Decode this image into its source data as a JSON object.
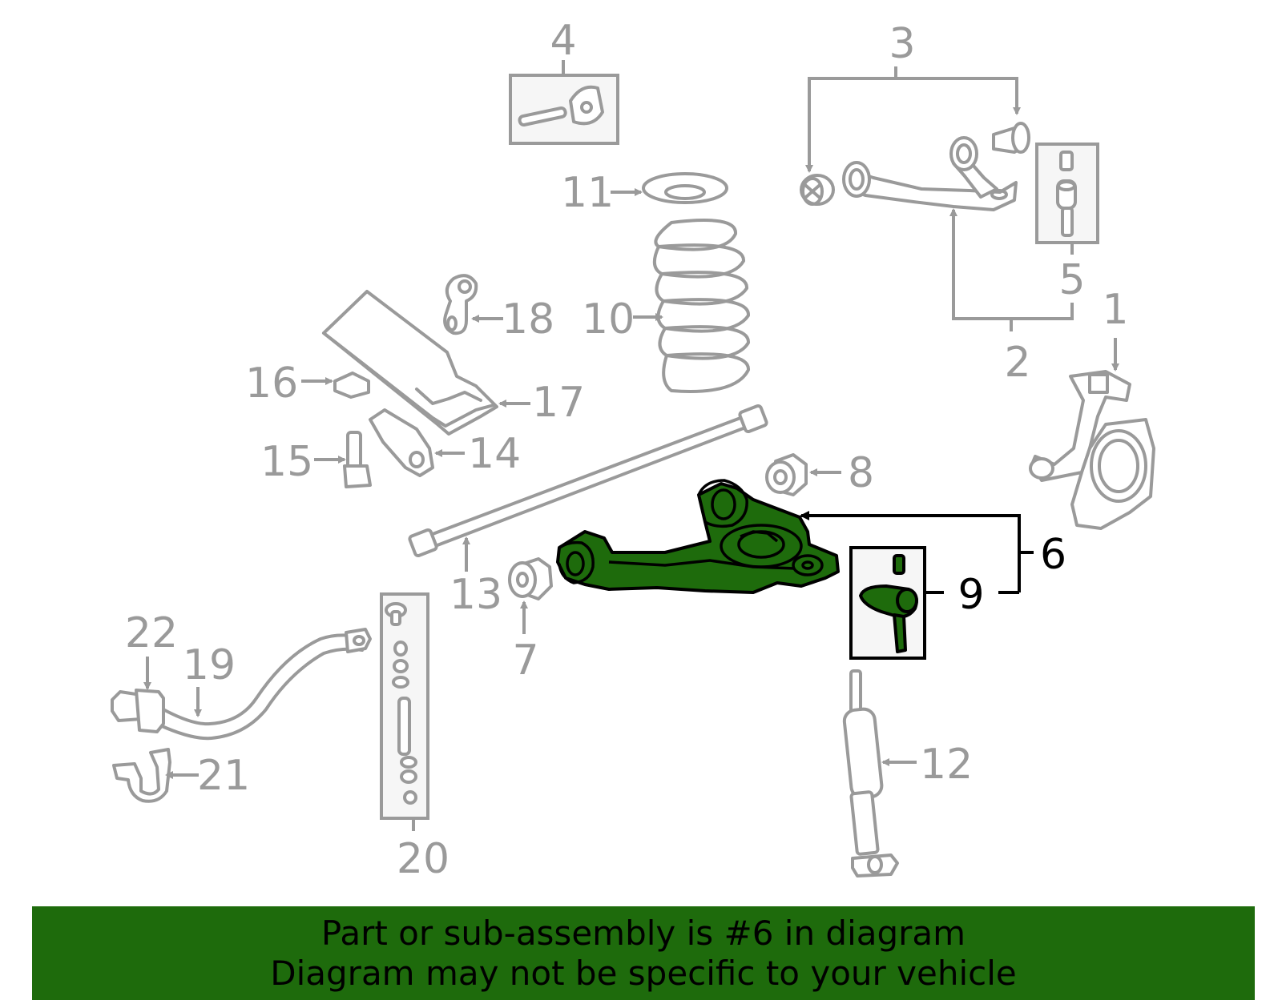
{
  "callouts": {
    "c1": "1",
    "c2": "2",
    "c3": "3",
    "c4": "4",
    "c5": "5",
    "c6": "6",
    "c7": "7",
    "c8": "8",
    "c9": "9",
    "c10": "10",
    "c11": "11",
    "c12": "12",
    "c13": "13",
    "c14": "14",
    "c15": "15",
    "c16": "16",
    "c17": "17",
    "c18": "18",
    "c19": "19",
    "c20": "20",
    "c21": "21",
    "c22": "22"
  },
  "highlight": {
    "part": "6",
    "color": "#1e6b0c"
  },
  "colors": {
    "part_line": "#9a9a9a",
    "highlight_fill": "#1e6b0c",
    "highlight_outline": "#000000",
    "banner_bg": "#1e6b0c"
  },
  "banner": {
    "line1": "Part or sub-assembly is #6 in diagram",
    "line2": "Diagram may not be specific to your vehicle"
  }
}
